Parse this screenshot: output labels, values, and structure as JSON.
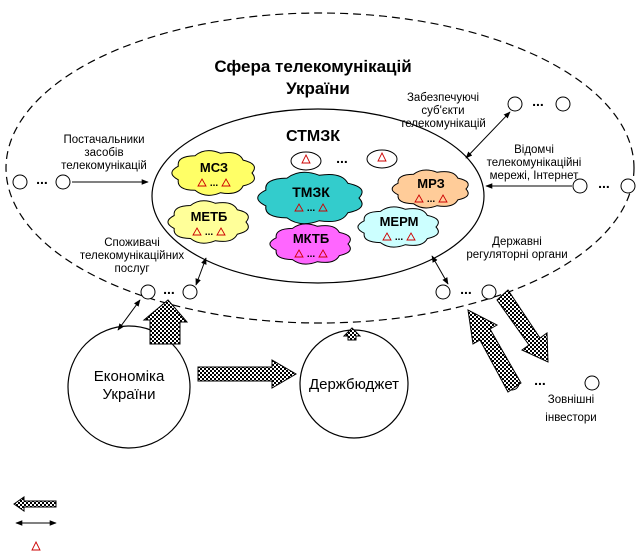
{
  "sphere": {
    "title_line1": "Сфера телекомунікацій",
    "title_line2": "України"
  },
  "stmzk": {
    "label": "СТМЗК"
  },
  "clouds": [
    {
      "id": "msz",
      "label": "МСЗ",
      "color": "#ffff66"
    },
    {
      "id": "metb",
      "label": "МЕТБ",
      "color": "#ffff99"
    },
    {
      "id": "tmzk",
      "label": "ТМЗК",
      "color": "#33cccc"
    },
    {
      "id": "mktb",
      "label": "МКТБ",
      "color": "#ff66ff"
    },
    {
      "id": "mrz",
      "label": "МРЗ",
      "color": "#ffcc99"
    },
    {
      "id": "merm",
      "label": "МЕРМ",
      "color": "#ccffff"
    }
  ],
  "outer_labels": {
    "suppliers": [
      "Постачальники",
      "засобів",
      "телекомунікацій"
    ],
    "providers": [
      "Забезпечуючі",
      "суб'єкти",
      "телекомунікацій"
    ],
    "departmental": [
      "Відомчі",
      "телекомунікаційні",
      "мережі, Інтернет"
    ],
    "consumers": [
      "Споживачі",
      "телекомунікаційних",
      "послуг"
    ],
    "regulators": [
      "Державні",
      "регуляторні органи"
    ],
    "investors": [
      "Зовнішні",
      "інвестори"
    ]
  },
  "economy": {
    "line1": "Економіка",
    "line2": "України"
  },
  "budget": {
    "label": "Держбюджет"
  },
  "ellipsis": "...",
  "colors": {
    "outline": "#000000",
    "hatch": "#000000",
    "background": "#ffffff"
  }
}
